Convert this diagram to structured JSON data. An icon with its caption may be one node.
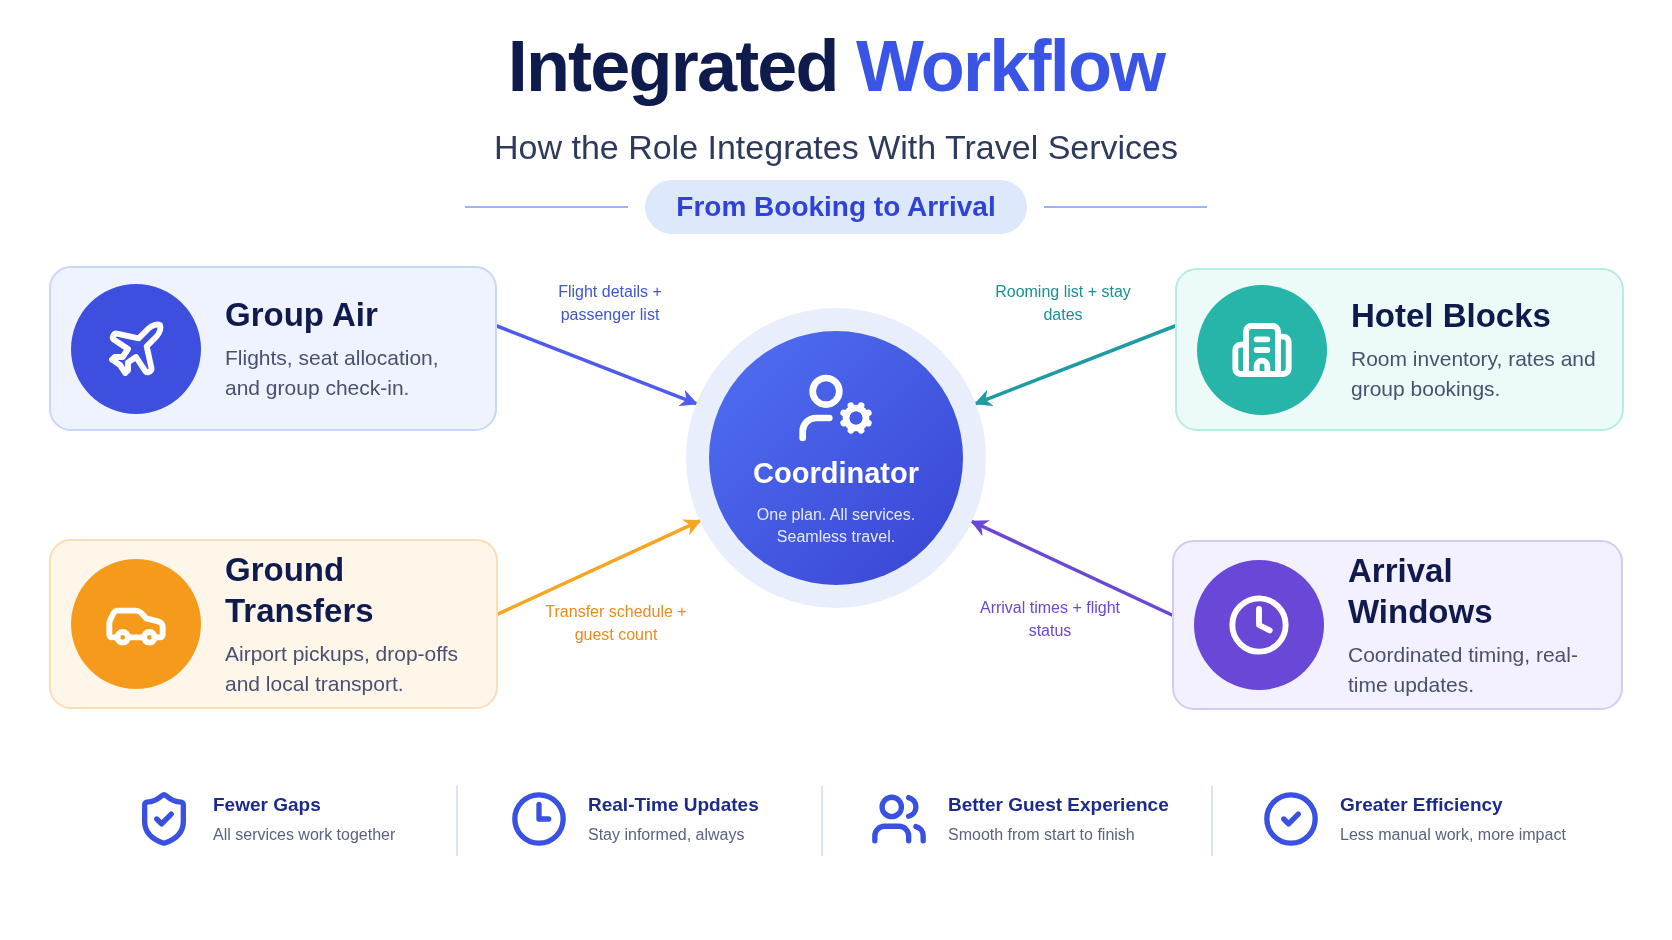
{
  "diagram": {
    "title": "Integrated Workflow",
    "nodes": [
      {
        "text": [
          "Group Air",
          "Flights, seat allocation, and group check-in."
        ]
      },
      {
        "text": [
          "Hotel Blocks",
          "Room inventory, rates and group bookings."
        ]
      },
      {
        "text": [
          "Coordinator",
          "One plan. All services. Seamless travel."
        ]
      },
      {
        "text": [
          "Ground Transfers",
          "Airport pickups, drop-offs and local transport."
        ]
      },
      {
        "text": [
          "Arrival Windows",
          "Coordinated timing, real-time updates."
        ]
      }
    ],
    "edges": [
      {
        "from": 0,
        "to": 2,
        "arrow": "to",
        "label": "Flight details + passenger list",
        "color": "#4f5bea"
      },
      {
        "from": 1,
        "to": 2,
        "arrow": "to",
        "label": "Rooming list + stay dates",
        "color": "#1f9ba6"
      },
      {
        "from": 3,
        "to": 2,
        "arrow": "to",
        "label": "Transfer schedule + guest count",
        "color": "#f5a623"
      },
      {
        "from": 4,
        "to": 2,
        "arrow": "to",
        "label": "Arrival times + flight status",
        "color": "#6a48d7"
      }
    ],
    "labels": [
      "How the Role Integrates With Travel Services",
      "From Booking to Arrival",
      "Fewer Gaps",
      "All services work together",
      "Real-Time Updates",
      "Stay informed, always",
      "Better Guest Experience",
      "Smooth from start to finish",
      "Greater Efficiency",
      "Less manual work, more impact"
    ]
  }
}
